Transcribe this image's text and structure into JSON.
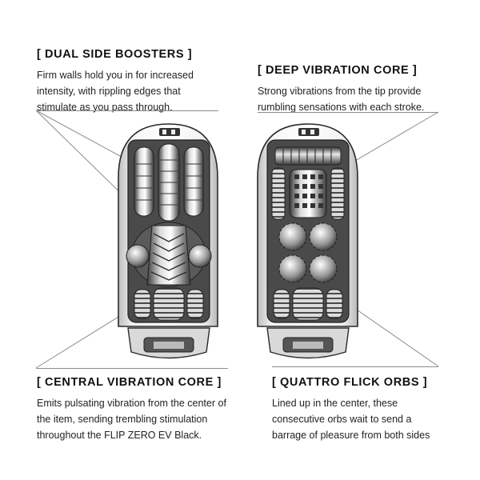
{
  "features": [
    {
      "heading": "[ DUAL SIDE BOOSTERS ]",
      "lines": [
        "Firm walls hold you in for increased",
        "intensity, with rippling edges that",
        "stimulate as you pass through."
      ]
    },
    {
      "heading": "[ DEEP VIBRATION CORE ]",
      "lines": [
        "Strong vibrations from the tip provide",
        "rumbling sensations with each stroke."
      ]
    },
    {
      "heading": "[ CENTRAL VIBRATION CORE ]",
      "lines": [
        "Emits pulsating vibration from the center of",
        "the item, sending trembling stimulation",
        "throughout the FLIP ZERO EV Black."
      ]
    },
    {
      "heading": "[ QUATTRO FLICK ORBS ]",
      "lines": [
        "Lined up in the center, these",
        "consecutive orbs wait to send a",
        "barrage of pleasure from both sides"
      ]
    }
  ],
  "colors": {
    "line": "#8c8c8c",
    "text": "#1a1a1a",
    "outline": "#2a2a2a"
  }
}
